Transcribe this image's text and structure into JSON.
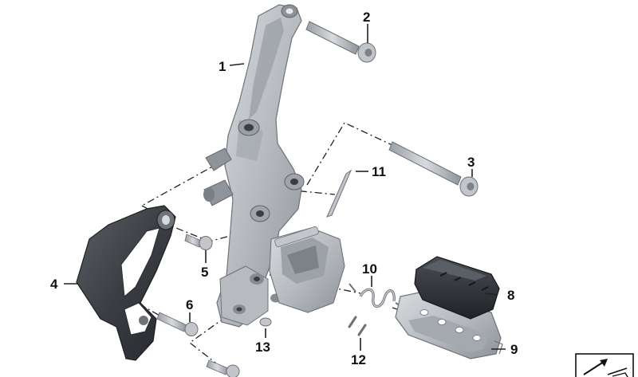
{
  "callouts": [
    {
      "id": "1",
      "label": "1"
    },
    {
      "id": "2",
      "label": "2"
    },
    {
      "id": "3",
      "label": "3"
    },
    {
      "id": "4",
      "label": "4"
    },
    {
      "id": "5",
      "label": "5"
    },
    {
      "id": "6",
      "label": "6"
    },
    {
      "id": "8",
      "label": "8"
    },
    {
      "id": "9",
      "label": "9"
    },
    {
      "id": "10",
      "label": "10"
    },
    {
      "id": "11",
      "label": "11"
    },
    {
      "id": "12",
      "label": "12"
    },
    {
      "id": "13",
      "label": "13"
    }
  ],
  "colors": {
    "metal_light": "#c9ccd0",
    "metal_mid": "#a9adb3",
    "metal_dark": "#7d8288",
    "rubber": "#2e3136",
    "ink": "#111111"
  }
}
